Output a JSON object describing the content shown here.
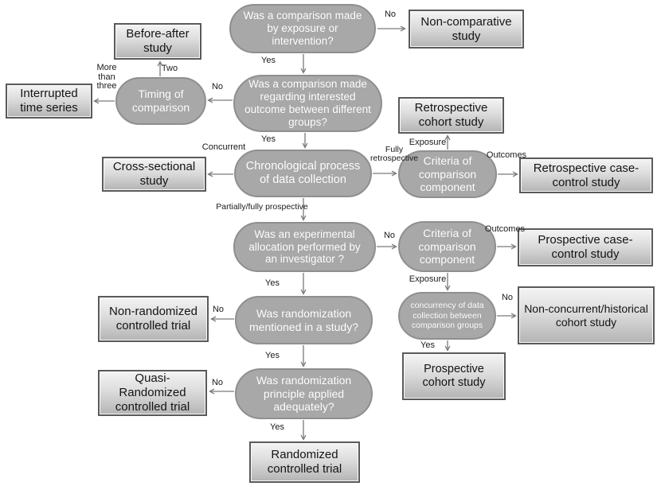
{
  "nodes": {
    "q_exposure": "Was a comparison made by exposure or intervention?",
    "q_outcome_groups": "Was a comparison made regarding interested outcome between different groups?",
    "timing": "Timing of comparison",
    "chronological": "Chronological process of data collection",
    "criteria_retro": "Criteria of comparison component",
    "q_experimental": "Was an experimental allocation performed by an investigator ?",
    "criteria_pro": "Criteria of comparison component",
    "q_randomization_mentioned": "Was randomization mentioned in a study?",
    "concurrency": "concurrency of data collection between comparison groups",
    "q_randomization_principle": "Was randomization principle applied adequately?"
  },
  "boxes": {
    "non_comparative": "Non-comparative study",
    "before_after": "Before-after study",
    "interrupted_time_series": "Interrupted time series",
    "cross_sectional": "Cross-sectional study",
    "retrospective_cohort": "Retrospective cohort study",
    "retrospective_case_control": "Retrospective case-control study",
    "prospective_case_control": "Prospective case-control study",
    "non_concurrent_cohort": "Non-concurrent/historical cohort study",
    "prospective_cohort": "Prospective cohort study",
    "non_randomized": "Non-randomized controlled trial",
    "quasi_randomized": "Quasi-Randomized controlled trial",
    "randomized": "Randomized controlled trial"
  },
  "labels": {
    "no_exposure": "No",
    "yes_exposure": "Yes",
    "two": "Two",
    "more_than_three": "More than three",
    "no_outcome": "No",
    "yes_outcome": "Yes",
    "concurrent": "Concurrent",
    "fully_retrospective": "Fully retrospective",
    "exposure_retro": "Exposure",
    "outcomes_retro": "Outcomes",
    "partially_fully_prospective": "Partially/fully prospective",
    "no_experimental": "No",
    "outcomes_pro": "Outcomes",
    "exposure_pro": "Exposure",
    "yes_experimental": "Yes",
    "no_randomization": "No",
    "no_concurrency": "No",
    "yes_concurrency": "Yes",
    "yes_randomization": "Yes",
    "no_principle": "No",
    "yes_principle": "Yes"
  },
  "colors": {
    "ellipse_fill": "#a8a8a8",
    "ellipse_border": "#8f8f8f",
    "box_border": "#5a5a5a",
    "box_fill_top": "#f4f4f4",
    "box_fill_bottom": "#b4b4b4",
    "arrow": "#7a7a7a",
    "node_text": "#ffffff",
    "box_text": "#141414"
  }
}
